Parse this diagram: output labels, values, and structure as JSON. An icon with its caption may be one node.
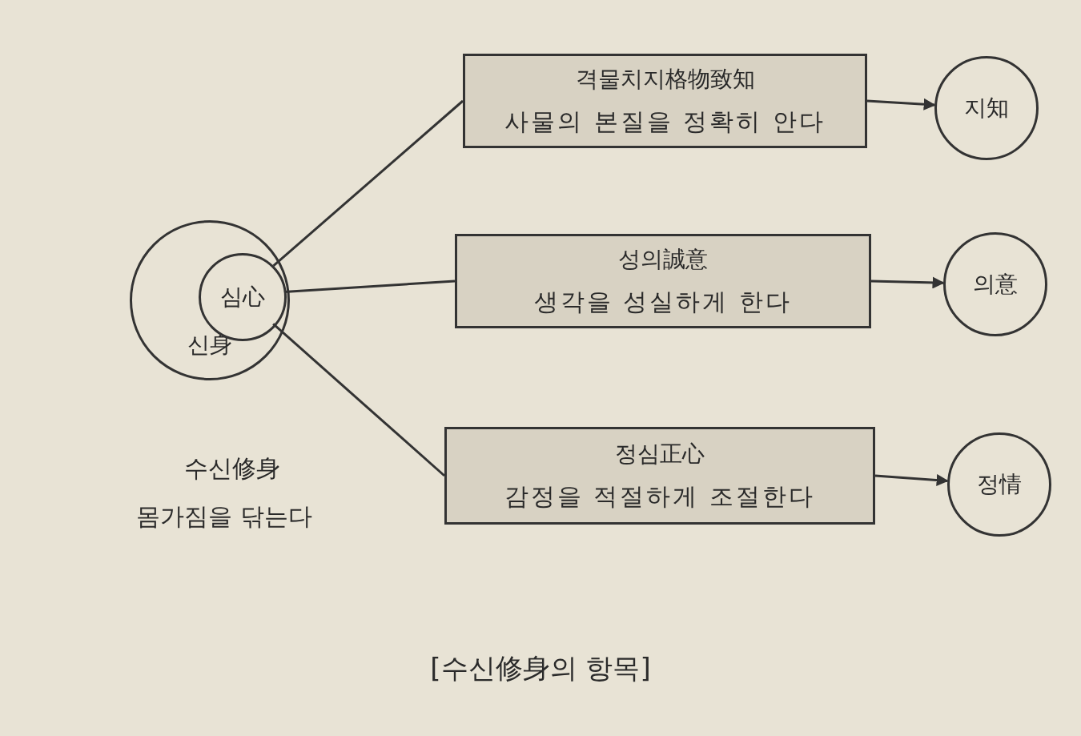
{
  "diagram": {
    "caption": "[수신修身의 항목]",
    "nodes": [
      {
        "text": [
          "신身"
        ],
        "beside": [
          "수신修身",
          "몸가짐을 닦는다"
        ]
      },
      {
        "text": [
          "심心"
        ],
        "in": 0
      },
      {
        "text": [
          "격물치지格物致知",
          "사물의 본질을 정확히 안다"
        ]
      },
      {
        "text": [
          "지知"
        ]
      },
      {
        "text": [
          "성의誠意",
          "생각을 성실하게 한다"
        ]
      },
      {
        "text": [
          "의意"
        ]
      },
      {
        "text": [
          "정심正心",
          "감정을 적절하게 조절한다"
        ]
      },
      {
        "text": [
          "정情"
        ]
      }
    ],
    "edges": [
      {
        "from": 1,
        "to": 2,
        "arrow": "none"
      },
      {
        "from": 1,
        "to": 4,
        "arrow": "none"
      },
      {
        "from": 1,
        "to": 6,
        "arrow": "none"
      },
      {
        "from": 2,
        "to": 3,
        "arrow": "to"
      },
      {
        "from": 4,
        "to": 5,
        "arrow": "to"
      },
      {
        "from": 6,
        "to": 7,
        "arrow": "to"
      }
    ]
  }
}
